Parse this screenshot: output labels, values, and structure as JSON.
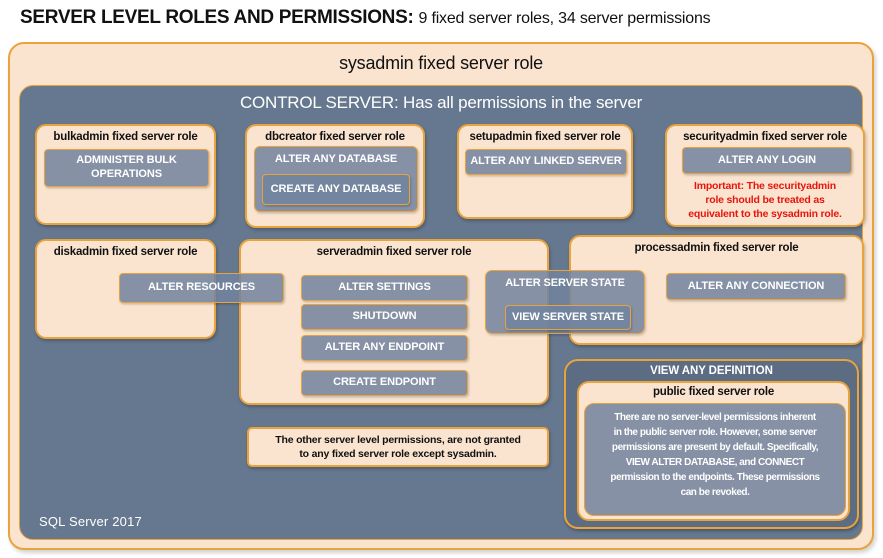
{
  "header": {
    "title": "SERVER LEVEL ROLES AND PERMISSIONS:",
    "subtitle": "9 fixed server roles, 34 server permissions"
  },
  "sysadmin_label": "sysadmin fixed server role",
  "control_server_label": "CONTROL SERVER: Has all permissions in the server",
  "footer_label": "SQL Server 2017",
  "roles": {
    "bulkadmin": {
      "title": "bulkadmin fixed server role",
      "perm": "ADMINISTER  BULK\nOPERATIONS"
    },
    "dbcreator": {
      "title": "dbcreator fixed server role",
      "perm_outer": "ALTER ANY DATABASE",
      "perm_inner": "CREATE ANY DATABASE"
    },
    "setupadmin": {
      "title": "setupadmin fixed server role",
      "perm": "ALTER ANY LINKED SERVER"
    },
    "securityadmin": {
      "title": "securityadmin fixed server role",
      "perm": "ALTER ANY LOGIN",
      "warning": "Important: The securityadmin\nrole should be treated as\nequivalent to the sysadmin role."
    },
    "diskadmin": {
      "title": "diskadmin fixed server role",
      "perm": "ALTER RESOURCES"
    },
    "serveradmin": {
      "title": "serveradmin fixed server role",
      "perms": [
        "ALTER SETTINGS",
        "SHUTDOWN",
        "ALTER ANY ENDPOINT",
        "CREATE ENDPOINT"
      ],
      "state_outer": "ALTER SERVER STATE",
      "state_inner": "VIEW SERVER STATE"
    },
    "processadmin": {
      "title": "processadmin fixed server role",
      "perm": "ALTER ANY CONNECTION"
    },
    "public": {
      "header": "VIEW ANY DEFINITION",
      "title": "public fixed server role",
      "body": "There are no server-level permissions inherent\nin the public server role. However, some server\npermissions are present by default. Specifically,\nVIEW ALTER DATABASE, and CONNECT\npermission to the endpoints. These permissions\ncan be revoked."
    }
  },
  "note": "The other server level permissions, are not granted\nto any fixed server role except sysadmin.",
  "colors": {
    "panel_peach": "#FAE4CF",
    "accent_gold_border": "#E9A33D",
    "control_slate_blue": "#66788F",
    "dark_slate_blue": "#5C6C83",
    "permission_gray": "#8793A6",
    "warning_red": "#E8150D"
  }
}
